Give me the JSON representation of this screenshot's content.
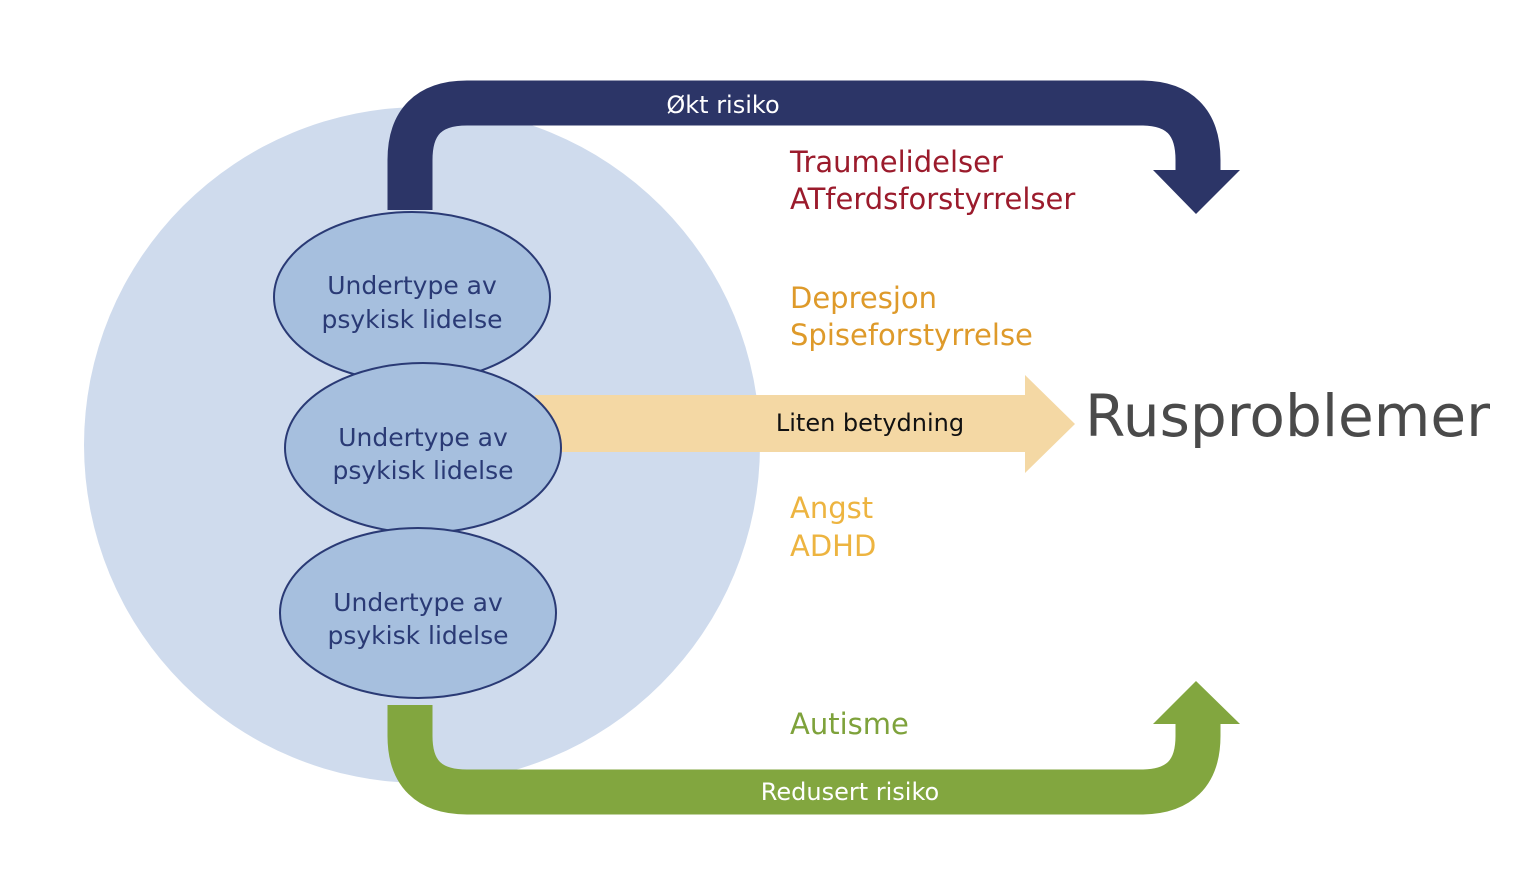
{
  "colors": {
    "background_circle": "#cfdbed",
    "ellipse_fill": "#a6bfde",
    "ellipse_stroke": "#2a3a75",
    "ellipse_text": "#2a3a75",
    "increased_arrow": "#2c3567",
    "neutral_arrow": "#f4d8a4",
    "decreased_arrow": "#82a63f",
    "red_text": "#9b1b2c",
    "orange_text": "#de9a2a",
    "light_orange_text": "#edb440",
    "green_text": "#7ea23b",
    "target_text": "#4a4a4a",
    "white_text": "#ffffff",
    "dark_text": "#111111"
  },
  "subtypes": [
    {
      "line1": "Undertype av",
      "line2": "psykisk lidelse"
    },
    {
      "line1": "Undertype av",
      "line2": "psykisk lidelse"
    },
    {
      "line1": "Undertype av",
      "line2": "psykisk lidelse"
    }
  ],
  "arrows": {
    "increased": {
      "label": "Økt risiko"
    },
    "neutral": {
      "label": "Liten betydning"
    },
    "decreased": {
      "label": "Redusert risiko"
    }
  },
  "categories": {
    "increased": [
      "Traumelidelser",
      "ATferdsforstyrrelser"
    ],
    "neutral_upper": [
      "Depresjon",
      "Spiseforstyrrelse"
    ],
    "neutral_lower": [
      "Angst",
      "ADHD"
    ],
    "decreased": [
      "Autisme"
    ]
  },
  "target": {
    "label": "Rusproblemer"
  }
}
